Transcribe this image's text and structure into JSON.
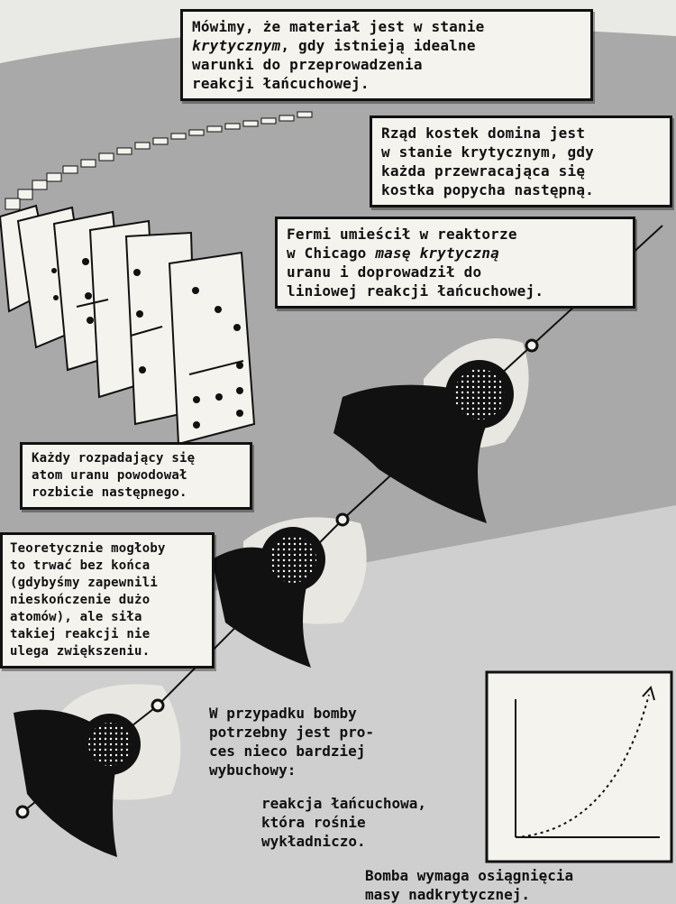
{
  "captions": {
    "critical_a": "Mówimy, że materiał jest w stanie",
    "critical_b": "krytycznym",
    "critical_c": ", gdy istnieją idealne\nwarunki do przeprowadzenia\nreakcji łańcuchowej.",
    "domino": "Rząd kostek domina jest\nw stanie krytycznym, gdy\nkażda przewracająca się\nkostka popycha następną.",
    "fermi_a": "Fermi umieścił w reaktorze\nw Chicago ",
    "fermi_b": "masę krytyczną",
    "fermi_c": "\nuranu i doprowadził do\nliniowej reakcji łańcuchowej.",
    "atom": "Każdy rozpadający się\natom uranu powodował\nrozbicie następnego.",
    "theory": "Teoretycznie mogłoby\nto trwać bez końca\n(gdybyśmy zapewnili\nnieskończenie dużo\natomów), ale siła\ntakiej reakcji nie\nulega zwiększeniu.",
    "bomb": "W przypadku bomby\npotrzebny jest pro-\nces nieco bardziej\nwybuchowy:",
    "chain": "reakcja łańcuchowa,\nktóra rośnie\nwykładniczo.",
    "supercritical": "Bomba wymaga osiągnięcia\nmasy nadkrytycznej."
  },
  "colors": {
    "panel_gray": "#a9a9a9",
    "light_gray": "#cfcfcf",
    "paper": "#f4f3ee",
    "ink": "#111111"
  }
}
